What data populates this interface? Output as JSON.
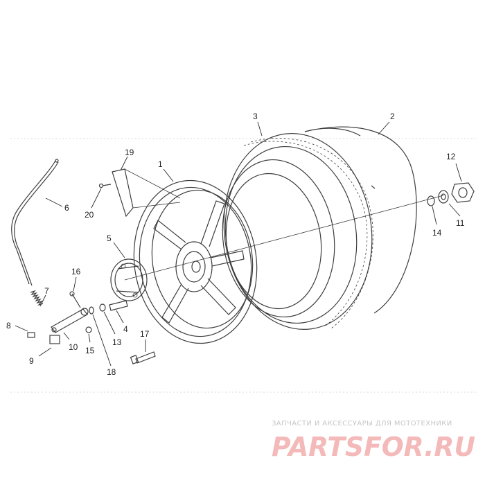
{
  "diagram": {
    "labels": [
      {
        "id": "p1",
        "text": "1"
      },
      {
        "id": "p2",
        "text": "2"
      },
      {
        "id": "p3",
        "text": "3"
      },
      {
        "id": "p4",
        "text": "4"
      },
      {
        "id": "p5",
        "text": "5"
      },
      {
        "id": "p6",
        "text": "6"
      },
      {
        "id": "p7",
        "text": "7"
      },
      {
        "id": "p8",
        "text": "8"
      },
      {
        "id": "p9",
        "text": "9"
      },
      {
        "id": "p10",
        "text": "10"
      },
      {
        "id": "p11",
        "text": "11"
      },
      {
        "id": "p12",
        "text": "12"
      },
      {
        "id": "p13",
        "text": "13"
      },
      {
        "id": "p14",
        "text": "14"
      },
      {
        "id": "p15",
        "text": "15"
      },
      {
        "id": "p16",
        "text": "16"
      },
      {
        "id": "p17",
        "text": "17"
      },
      {
        "id": "p18",
        "text": "18"
      },
      {
        "id": "p19",
        "text": "19"
      },
      {
        "id": "p20",
        "text": "20"
      }
    ]
  },
  "watermark": {
    "subtitle": "ЗАПЧАСТИ И АКСЕССУАРЫ ДЛЯ МОТОТЕХНИКИ",
    "logo_text": "PARTSFOR.RU",
    "color": "#f4b9b9"
  }
}
